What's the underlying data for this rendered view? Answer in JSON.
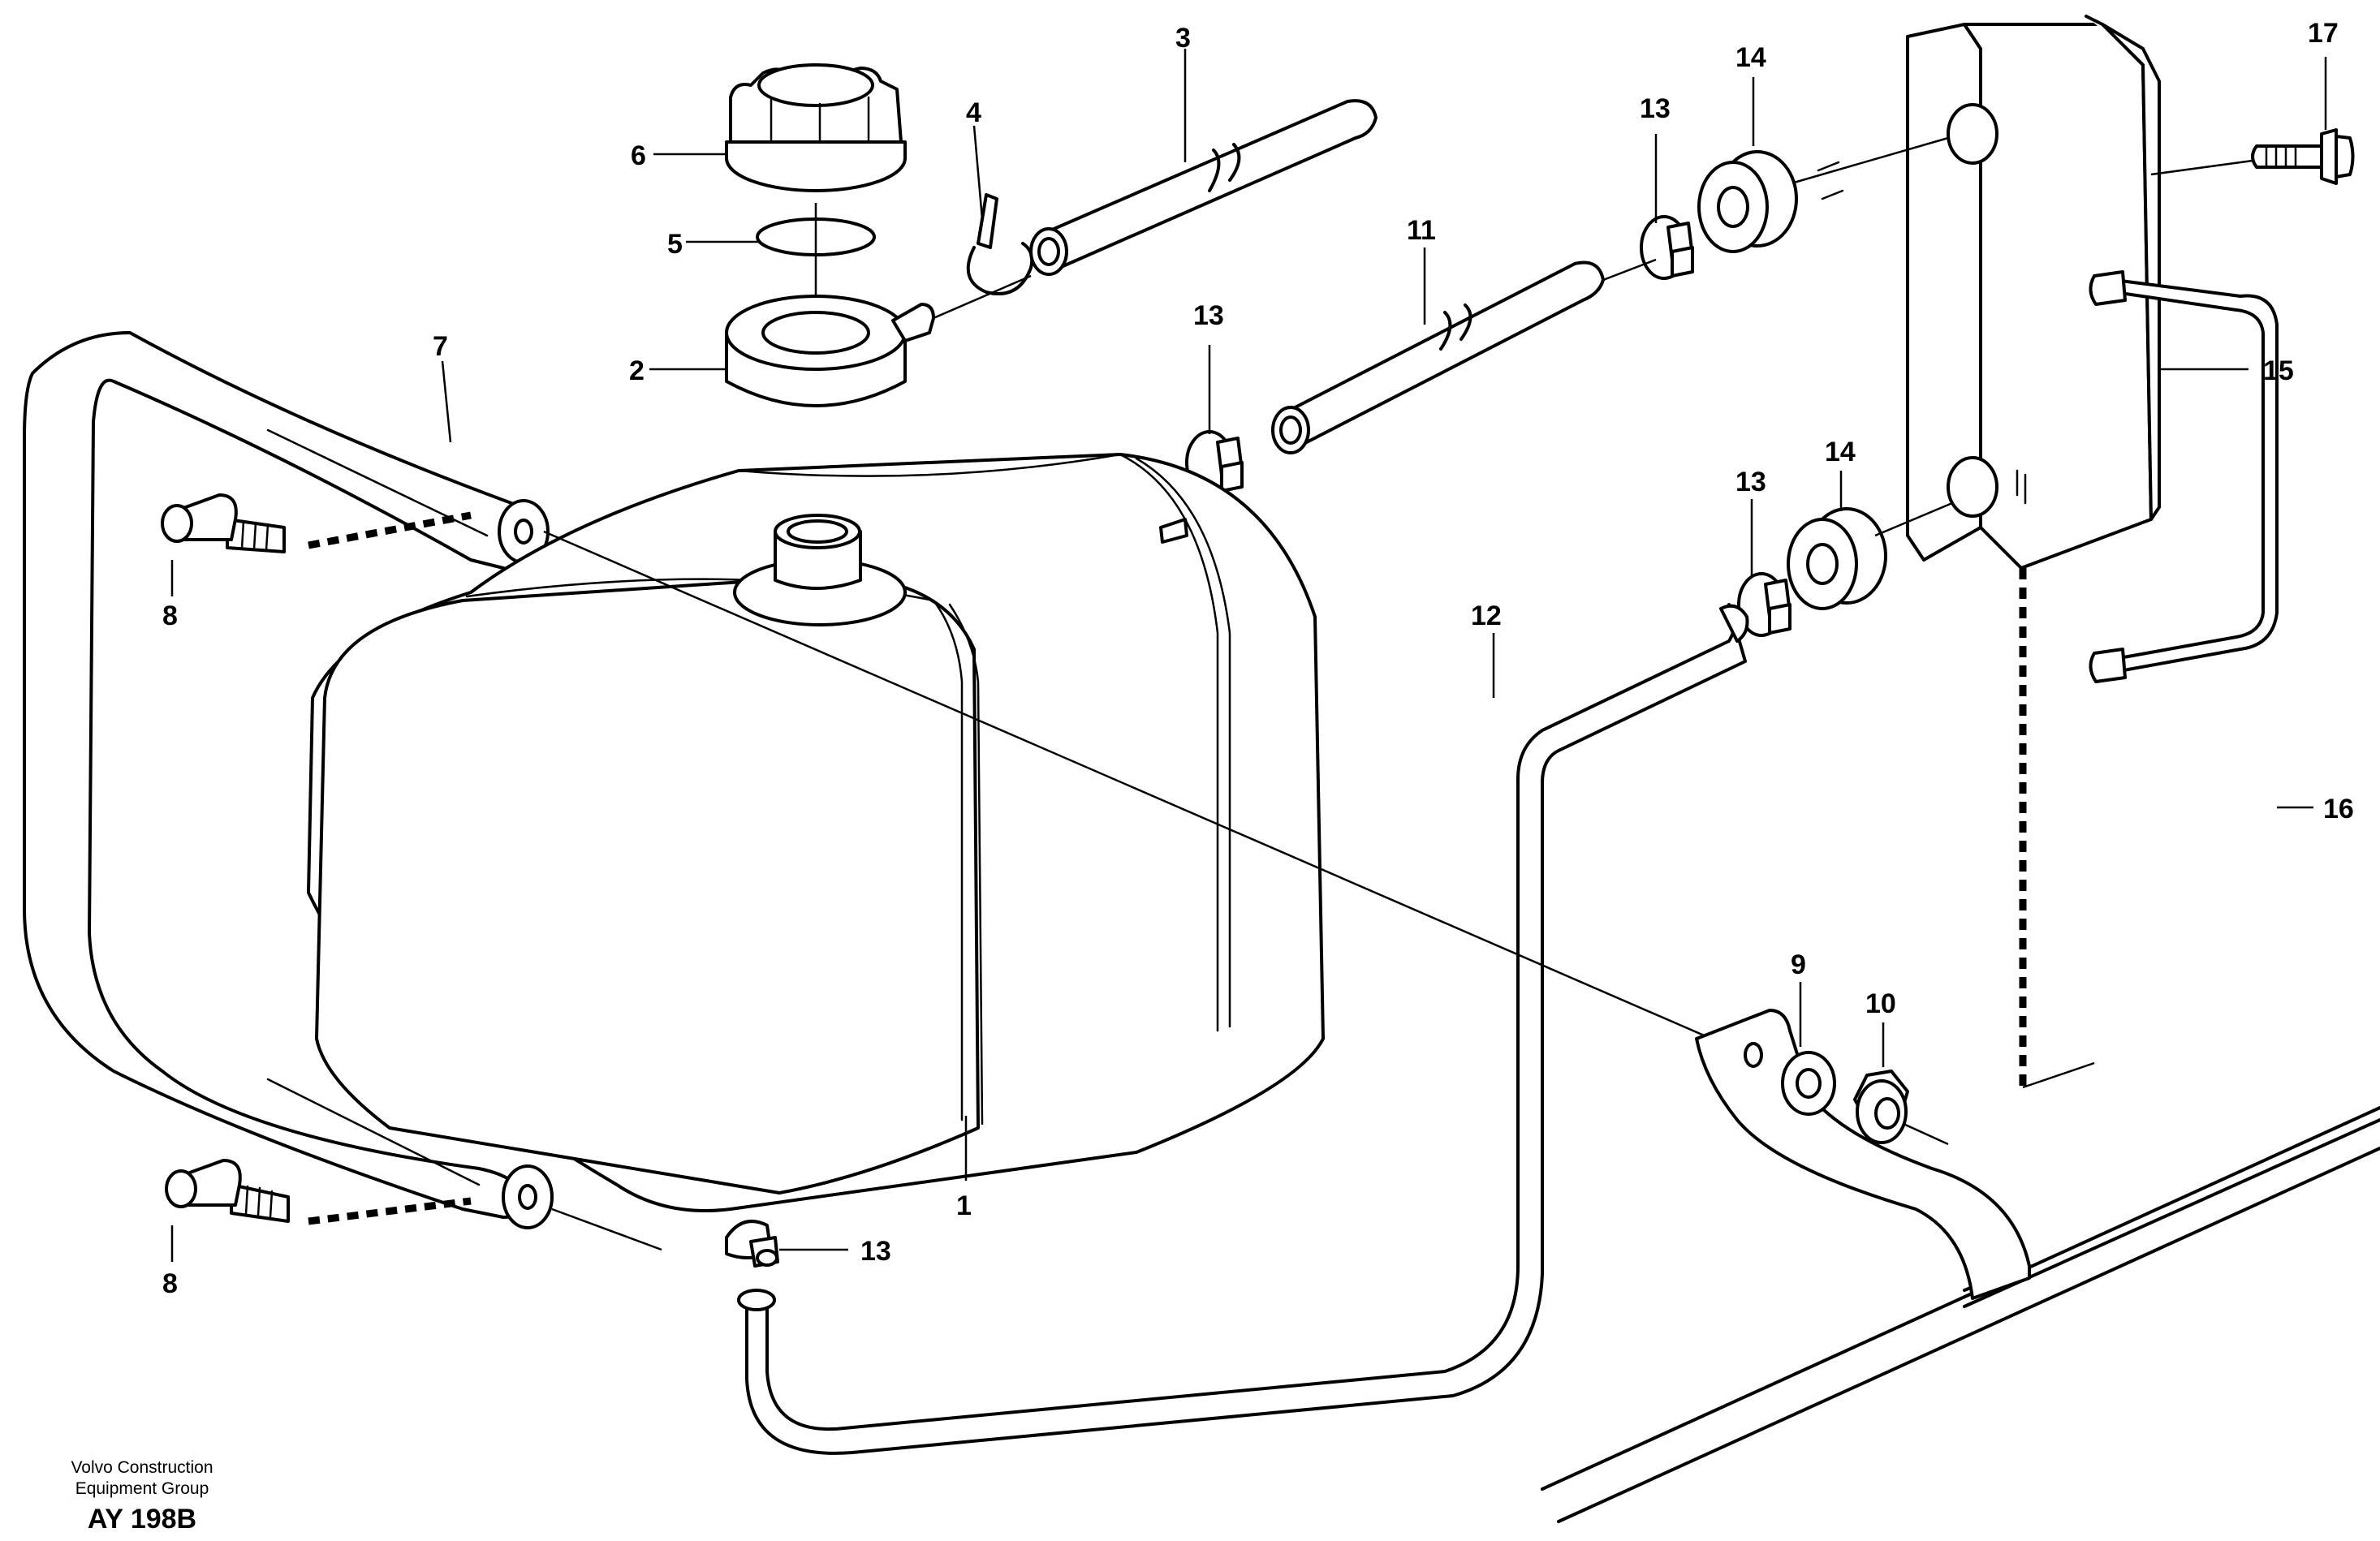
{
  "footer": {
    "company_line1": "Volvo Construction",
    "company_line2": "Equipment Group",
    "code": "AY 198B"
  },
  "callouts": {
    "c1": "1",
    "c2": "2",
    "c3": "3",
    "c4": "4",
    "c5": "5",
    "c6": "6",
    "c7": "7",
    "c8a": "8",
    "c8b": "8",
    "c9": "9",
    "c10": "10",
    "c11": "11",
    "c12": "12",
    "c13a": "13",
    "c13b": "13",
    "c13c": "13",
    "c13d": "13",
    "c14a": "14",
    "c14b": "14",
    "c15": "15",
    "c16": "16",
    "c17": "17"
  }
}
